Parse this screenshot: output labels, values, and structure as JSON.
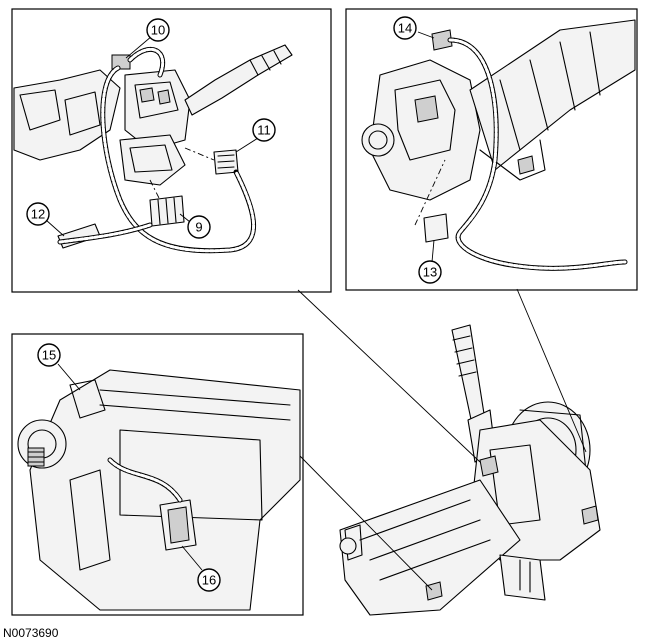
{
  "figure_ref": "N0073690",
  "callouts": [
    "9",
    "10",
    "11",
    "12",
    "13",
    "14",
    "15",
    "16"
  ]
}
